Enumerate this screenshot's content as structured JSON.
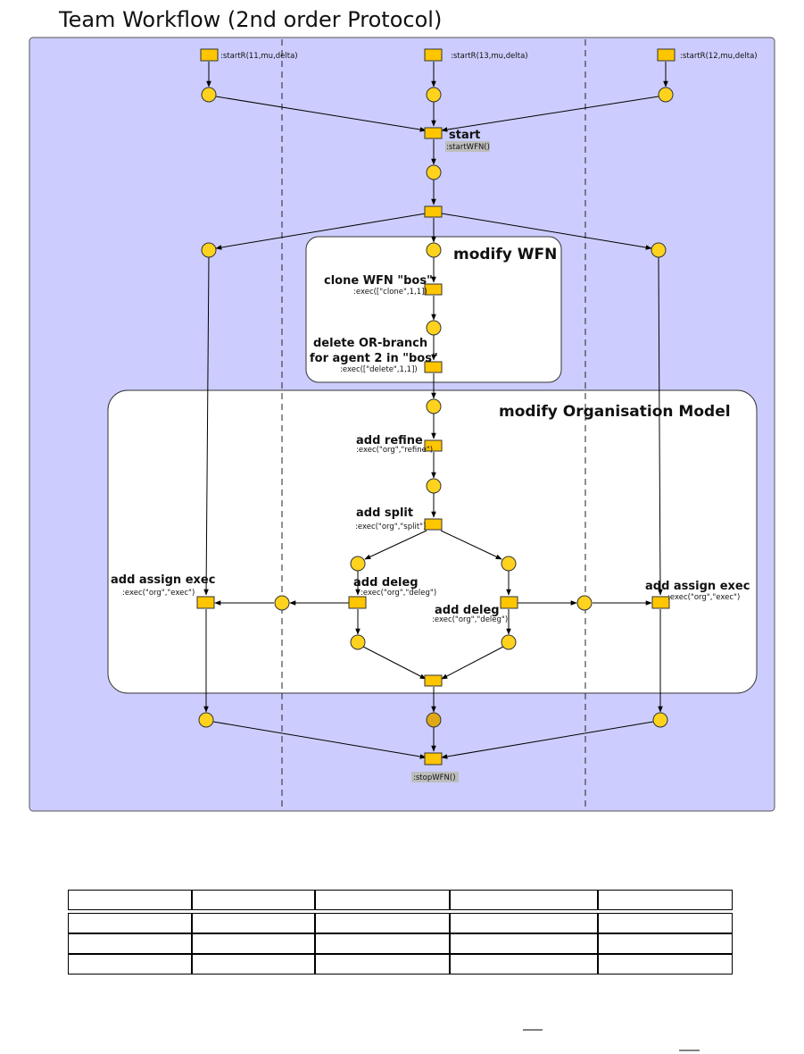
{
  "title": "Team Workflow (2nd order Protocol)",
  "colors": {
    "background_panel": "#cccdfe",
    "transition_fill": "#ffc600",
    "place_fill": "#ffd21e",
    "highlight_place_fill": "#dfa818",
    "label_highlight": "#bdbdbd"
  },
  "diagram": {
    "inscriptions": {
      "start_left": ":startR(11,mu,delta)",
      "start_mid": ":startR(13,mu,delta)",
      "start_right": ":startR(12,mu,delta)",
      "start_wfn": ":startWFN()",
      "stop_wfn": ":stopWFN()",
      "exec_clone": ":exec([\"clone\",1,1])",
      "exec_delete": ":exec([\"delete\",1,1])",
      "exec_refine": ":exec(\"org\",\"refine\")",
      "exec_split": ":exec(\"org\",\"split\")",
      "exec_deleg_left": ":exec(\"org\",\"deleg\")",
      "exec_deleg_right": ":exec(\"org\",\"deleg\")",
      "exec_assign_left": ":exec(\"org\",\"exec\")",
      "exec_assign_right": ":exec(\"org\",\"exec\")"
    },
    "labels": {
      "start": "start",
      "modify_wfn": "modify WFN",
      "clone": "clone WFN \"bos\"",
      "delete_line1": "delete OR-branch",
      "delete_line2": "for agent 2 in \"bos\"",
      "modify_org": "modify Organisation Model",
      "add_refine": "add refine",
      "add_split": "add split",
      "add_deleg_left": "add deleg",
      "add_deleg_right": "add deleg",
      "add_assign_left": "add assign exec",
      "add_assign_right": "add assign exec"
    }
  },
  "table": {
    "rows": [
      [
        "",
        "",
        "",
        "",
        ""
      ],
      [
        "",
        "",
        "",
        "",
        ""
      ],
      [
        "",
        "",
        "",
        "",
        ""
      ],
      [
        "",
        "",
        "",
        "",
        ""
      ]
    ]
  }
}
